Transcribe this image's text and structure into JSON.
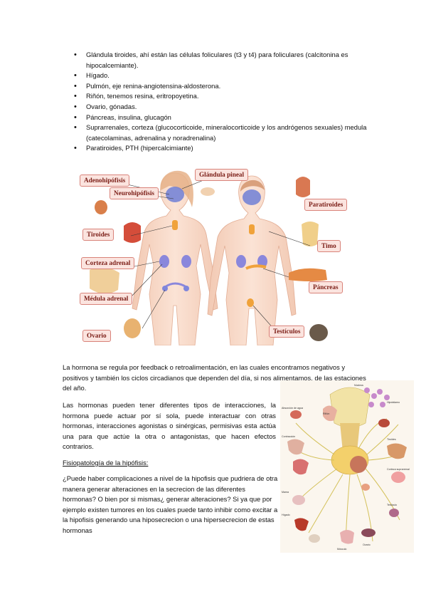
{
  "bullets": [
    "Glándula tiroides, ahí están las células foliculares (t3 y t4) para foliculares (calcitonina es hipocalcemiante).",
    "Hígado.",
    "Pulmón, eje renina-angiotensina-aldosterona.",
    "Riñón, tenemos resina, eritropoyetina.",
    "Ovario, gónadas.",
    "Páncreas, insulina, glucagón",
    "Suprarrenales, corteza (glucocorticoide, mineralocorticoide y los andrógenos sexuales) medula (catecolaminas, adrenalina y noradrenalina)",
    "Paratiroides, PTH (hipercalcimiante)"
  ],
  "figure1": {
    "labels": {
      "adenohipofisis": "Adenohipófisis",
      "neurohipofisis": "Neurohipófisis",
      "glandula_pineal": "Glándula pineal",
      "paratiroides": "Paratiroides",
      "tiroides": "Tiroides",
      "timo": "Timo",
      "corteza_adrenal": "Corteza adrenal",
      "medula_adrenal": "Médula adrenal",
      "pancreas": "Páncreas",
      "ovario": "Ovario",
      "testiculos": "Testículos"
    }
  },
  "paragraph1": "La hormona se regula por feedback o retroalimentación, en las cuales encontramos negativos y positivos y también los ciclos circadianos que dependen del día, si nos alimentamos, de las estaciones del año.",
  "paragraph2": "Las hormonas pueden tener diferentes tipos de interacciones, la hormona puede actuar por sí sola, puede interactuar con otras hormonas, interacciones agonistas o sinérgicas, permisivas esta actúa una para que actúe la otra o antagonistas, que hacen efectos contrarios.",
  "section_title": "Fisiopatología de la hipófisis:",
  "paragraph3": "¿Puede haber complicaciones a nivel de la hipofisis que pudriera de otra manera generar alteraciones en la secrecion de las diferentes hormonas? O bien por si mismas¿ generar alteraciones? Si ya que por ejemplo existen tumores en los cuales puede tanto inhibir como excitar a la hipofisis generando una hiposecrecion o una hipersecrecion de estas hormonas",
  "colors": {
    "label_fill": "#fbe4df",
    "label_border": "#d9837a",
    "label_text": "#7b1d16",
    "skin": "#f7d6c3",
    "brain": "#6f7fd6"
  }
}
